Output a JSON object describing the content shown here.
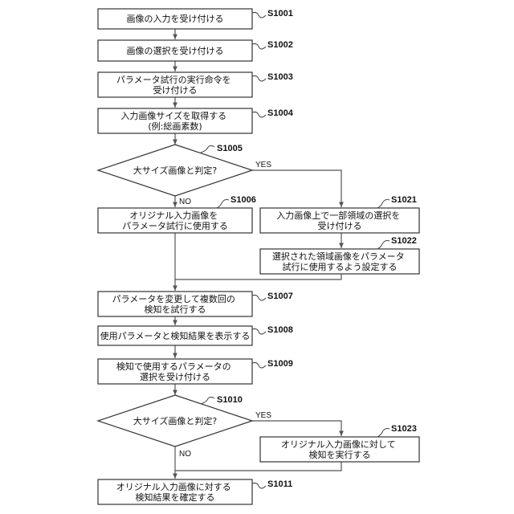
{
  "flowchart": {
    "nodes": [
      {
        "id": "s1001",
        "step": "S1001",
        "lines": [
          "画像の入力を受け付ける"
        ]
      },
      {
        "id": "s1002",
        "step": "S1002",
        "lines": [
          "画像の選択を受け付ける"
        ]
      },
      {
        "id": "s1003",
        "step": "S1003",
        "lines": [
          "パラメータ試行の実行命令を",
          "受け付ける"
        ]
      },
      {
        "id": "s1004",
        "step": "S1004",
        "lines": [
          "入力画像サイズを取得する",
          "(例:総画素数)"
        ]
      },
      {
        "id": "s1005",
        "step": "S1005",
        "lines": [
          "大サイズ画像と判定?"
        ]
      },
      {
        "id": "s1006",
        "step": "S1006",
        "lines": [
          "オリジナル入力画像を",
          "パラメータ試行に使用する"
        ]
      },
      {
        "id": "s1021",
        "step": "S1021",
        "lines": [
          "入力画像上で一部領域の選択を",
          "受け付ける"
        ]
      },
      {
        "id": "s1022",
        "step": "S1022",
        "lines": [
          "選択された領域画像をパラメータ",
          "試行に使用するよう設定する"
        ]
      },
      {
        "id": "s1007",
        "step": "S1007",
        "lines": [
          "パラメータを変更して複数回の",
          "検知を試行する"
        ]
      },
      {
        "id": "s1008",
        "step": "S1008",
        "lines": [
          "使用パラメータと検知結果を表示する"
        ]
      },
      {
        "id": "s1009",
        "step": "S1009",
        "lines": [
          "検知で使用するパラメータの",
          "選択を受け付ける"
        ]
      },
      {
        "id": "s1010",
        "step": "S1010",
        "lines": [
          "大サイズ画像と判定?"
        ]
      },
      {
        "id": "s1023",
        "step": "S1023",
        "lines": [
          "オリジナル入力画像に対して",
          "検知を実行する"
        ]
      },
      {
        "id": "s1011",
        "step": "S1011",
        "lines": [
          "オリジナル入力画像に対する",
          "検知結果を確定する"
        ]
      }
    ],
    "branch_labels": {
      "s1005_yes": "YES",
      "s1005_no": "NO",
      "s1010_yes": "YES",
      "s1010_no": "NO"
    }
  }
}
